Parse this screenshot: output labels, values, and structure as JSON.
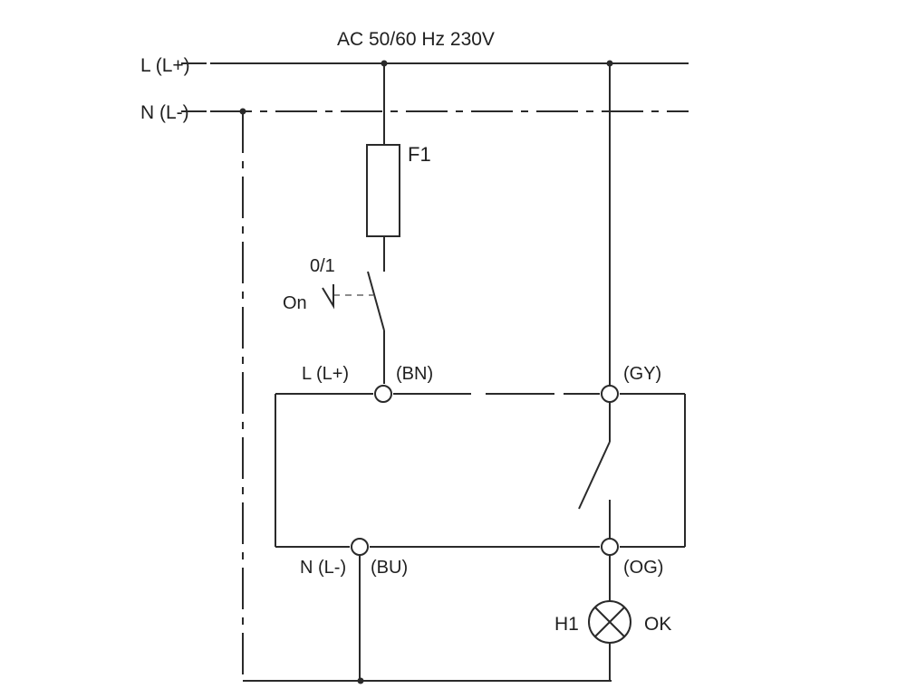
{
  "supply": {
    "label": "AC 50/60 Hz 230V",
    "line_label": "L (L+)",
    "neutral_label": "N (L-)"
  },
  "fuse": {
    "label": "F1"
  },
  "switch": {
    "position_label": "0/1",
    "state_label": "On"
  },
  "device": {
    "terminal_l_label": "L (L+)",
    "terminal_l_color": "(BN)",
    "terminal_n_label": "N (L-)",
    "terminal_n_color": "(BU)",
    "contact_in_color": "(GY)",
    "contact_out_color": "(OG)"
  },
  "lamp": {
    "label": "H1",
    "state_label": "OK"
  },
  "colors": {
    "line": "#2a2a2a",
    "text": "#1f1f1f",
    "mechanical_link": "#8c8c8c",
    "background": "#ffffff"
  }
}
